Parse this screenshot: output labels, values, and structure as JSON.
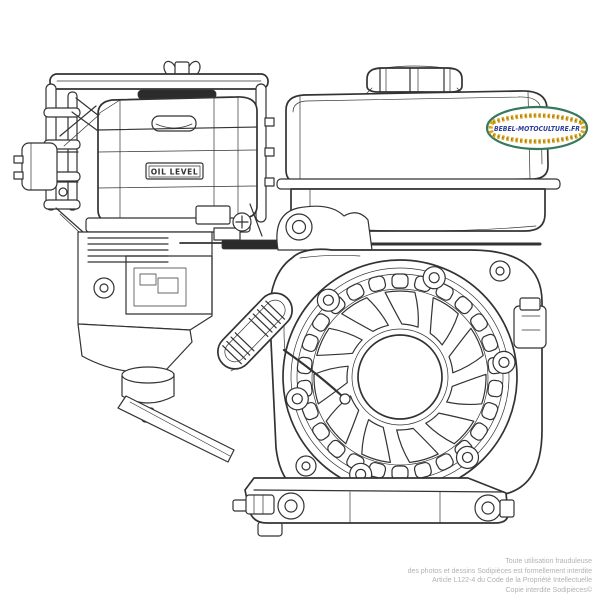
{
  "colors": {
    "background": "#ffffff",
    "line": "#333333",
    "dark_fill": "#2b2b2b",
    "logo_border": "#37795d",
    "logo_text": "#2b3e9a",
    "logo_chain": "#d9a41f",
    "logo_chain_dark": "#96761a",
    "copyright_text": "#b2b2b2"
  },
  "engine_drawing": {
    "oil_level_label": "OIL LEVEL"
  },
  "logo": {
    "text": "BEBEL-MOTOCULTURE.FR"
  },
  "copyright": {
    "lines": [
      "Toute utilisation frauduleuse",
      "des photos et dessins Sodipièces est formellement interdite",
      "Article L122-4 du Code de la Propriété Intellectuelle",
      "Copie interdite Sodipièces©"
    ]
  }
}
